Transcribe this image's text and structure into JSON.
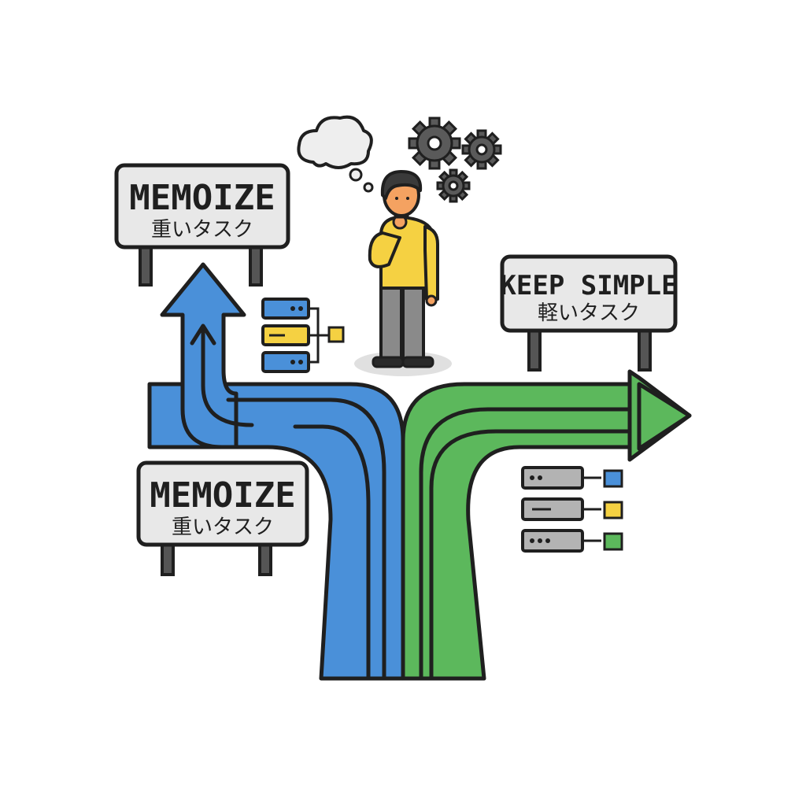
{
  "signs": {
    "top_left": {
      "title": "MEMOIZE",
      "subtitle": "重いタスク"
    },
    "bottom_left": {
      "title": "MEMOIZE",
      "subtitle": "重いタスク"
    },
    "right": {
      "title": "KEEP SIMPLE",
      "subtitle": "軽いタスク"
    }
  },
  "colors": {
    "blue_path": "#4a90d9",
    "green_path": "#5cb85c",
    "shirt_yellow": "#f5d142",
    "sign_fill": "#e8e8e8",
    "outline": "#1f1f1f",
    "gear_gray": "#5a5a5a"
  },
  "icons": {
    "thought_cloud": "thought-cloud-icon",
    "gears": "gears-icon",
    "person": "thinking-person-icon",
    "left_server": "server-stack-icon",
    "right_server": "server-stack-icon"
  }
}
